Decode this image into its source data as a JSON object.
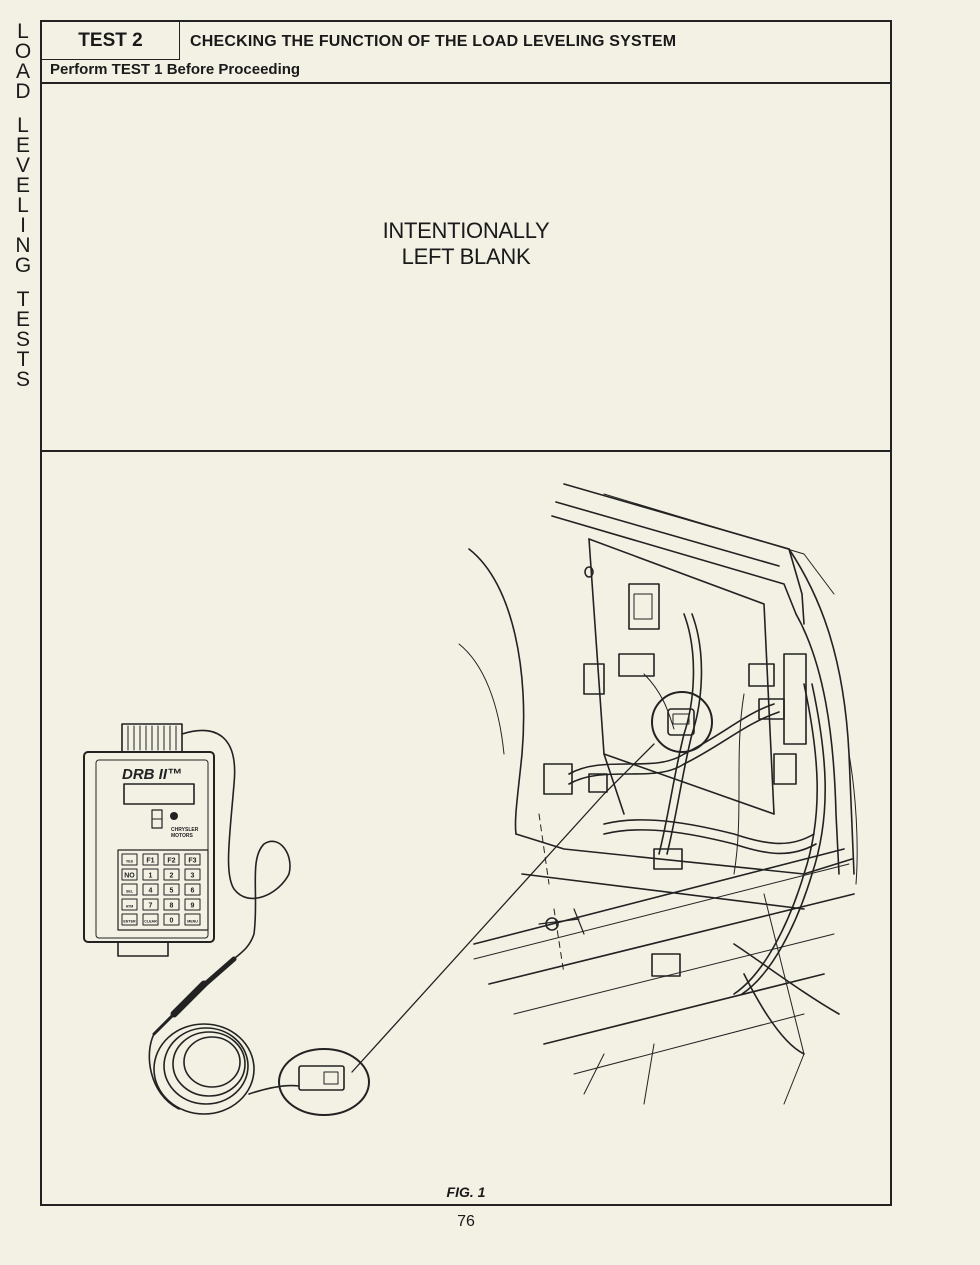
{
  "side_title": [
    "L",
    "O",
    "A",
    "D",
    "",
    "L",
    "E",
    "V",
    "E",
    "L",
    "I",
    "N",
    "G",
    "",
    "T",
    "E",
    "S",
    "T",
    "S"
  ],
  "header": {
    "test_label": "TEST 2",
    "title": "CHECKING THE FUNCTION OF THE LOAD LEVELING SYSTEM",
    "subtitle": "Perform TEST 1 Before Proceeding"
  },
  "blank_note": [
    "INTENTIONALLY",
    "LEFT BLANK"
  ],
  "device": {
    "brand": "DRB II™",
    "maker_line1": "CHRYSLER",
    "maker_line2": "MOTORS",
    "keys": [
      [
        "YES",
        "F1",
        "F2",
        "F3"
      ],
      [
        "NO",
        "1",
        "2",
        "3"
      ],
      [
        "SEL",
        "4",
        "5",
        "6"
      ],
      [
        "ATM",
        "7",
        "8",
        "9"
      ],
      [
        "ENTER",
        "CLEAR",
        "0",
        "MENU"
      ]
    ]
  },
  "figure_caption": "FIG. 1",
  "page_number": "76"
}
